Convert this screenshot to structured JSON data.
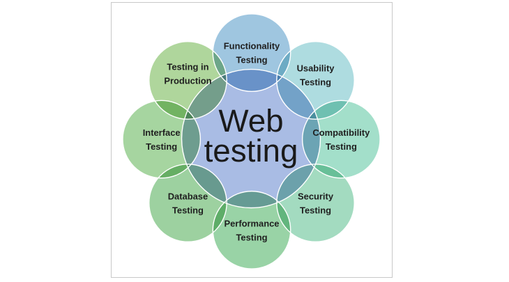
{
  "frame": {
    "background": "#ffffff",
    "border_color": "#c8c8c8"
  },
  "diagram": {
    "title": "Web testing",
    "stroke_color": "#ffffff",
    "label_text_color": "#1f1f1f",
    "center": {
      "id": "web-testing",
      "label_lines": [
        "Web",
        "testing"
      ],
      "fill": "#a9bce4",
      "text_color": "#1a1a1a"
    },
    "satellites": [
      {
        "id": "functionality-testing",
        "label_lines": [
          "Functionality",
          "Testing"
        ],
        "fill": "#9fc6e0"
      },
      {
        "id": "usability-testing",
        "label_lines": [
          "Usability",
          "Testing"
        ],
        "fill": "#aedce0"
      },
      {
        "id": "compatibility-testing",
        "label_lines": [
          "Compatibility",
          "Testing"
        ],
        "fill": "#a3dfca"
      },
      {
        "id": "security-testing",
        "label_lines": [
          "Security",
          "Testing"
        ],
        "fill": "#a3dbc0"
      },
      {
        "id": "performance-testing",
        "label_lines": [
          "Performance",
          "Testing"
        ],
        "fill": "#99d3a6"
      },
      {
        "id": "database-testing",
        "label_lines": [
          "Database",
          "Testing"
        ],
        "fill": "#9dd1a0"
      },
      {
        "id": "interface-testing",
        "label_lines": [
          "Interface",
          "Testing"
        ],
        "fill": "#a6d5a0"
      },
      {
        "id": "testing-in-production",
        "label_lines": [
          "Testing in",
          "Production"
        ],
        "fill": "#afd69c"
      }
    ]
  }
}
